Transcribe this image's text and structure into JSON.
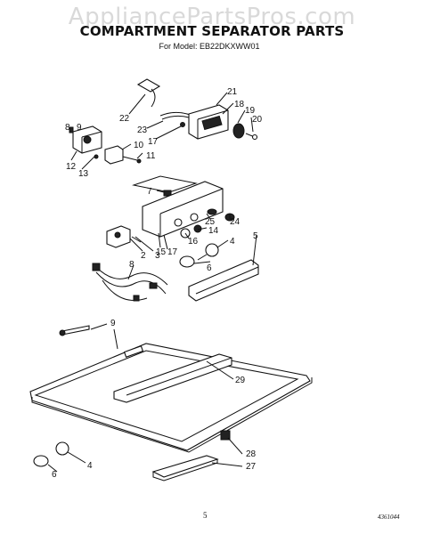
{
  "watermark": "AppliancePartsPros.com",
  "title": "COMPARTMENT SEPARATOR PARTS",
  "subtitle": "For Model: EB22DKXWW01",
  "page_number": "5",
  "doc_code": "4361044",
  "callouts": {
    "c2": "2",
    "c3": "3",
    "c4a": "4",
    "c4b": "4",
    "c5": "5",
    "c6a": "6",
    "c6b": "6",
    "c7": "7",
    "c8a": "8",
    "c8b": "8",
    "c9a": "9",
    "c9b": "9",
    "c10": "10",
    "c11": "11",
    "c12": "12",
    "c13": "13",
    "c14": "14",
    "c15": "15",
    "c16": "16",
    "c17a": "17",
    "c17b": "17",
    "c18": "18",
    "c19": "19",
    "c20": "20",
    "c21": "21",
    "c22": "22",
    "c23": "23",
    "c24": "24",
    "c25": "25",
    "c27": "27",
    "c28": "28",
    "c29": "29"
  }
}
